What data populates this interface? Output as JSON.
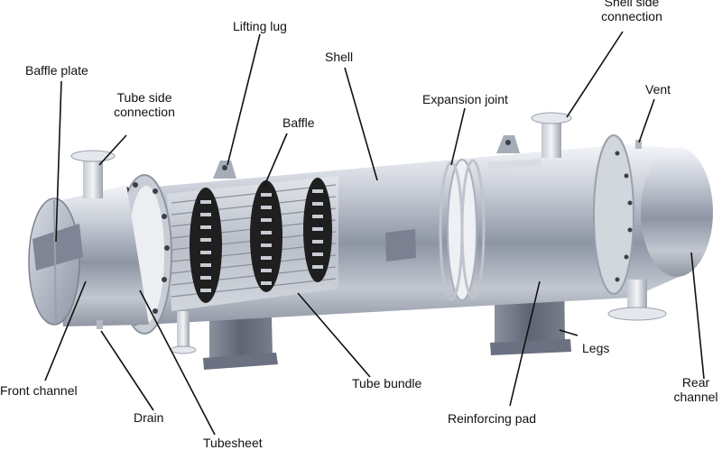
{
  "labels": {
    "baffle_plate": "Baffle plate",
    "tube_side_connection_line1": "Tube side",
    "tube_side_connection_line2": "connection",
    "lifting_lug": "Lifting lug",
    "shell": "Shell",
    "baffle": "Baffle",
    "expansion_joint": "Expansion joint",
    "shell_side_connection_line1": "Shell side",
    "shell_side_connection_line2": "connection",
    "vent": "Vent",
    "front_channel": "Front channel",
    "drain": "Drain",
    "tubesheet": "Tubesheet",
    "tube_bundle": "Tube bundle",
    "legs": "Legs",
    "reinforcing_pad": "Reinforcing pad",
    "rear_channel_line1": "Rear",
    "rear_channel_line2": "channel"
  },
  "colors": {
    "background": "#ffffff",
    "steel_light": "#e8ebf0",
    "steel_mid": "#a9afbb",
    "steel_dark": "#5e6472",
    "tube_dark": "#222222",
    "leader_line": "#111111"
  }
}
